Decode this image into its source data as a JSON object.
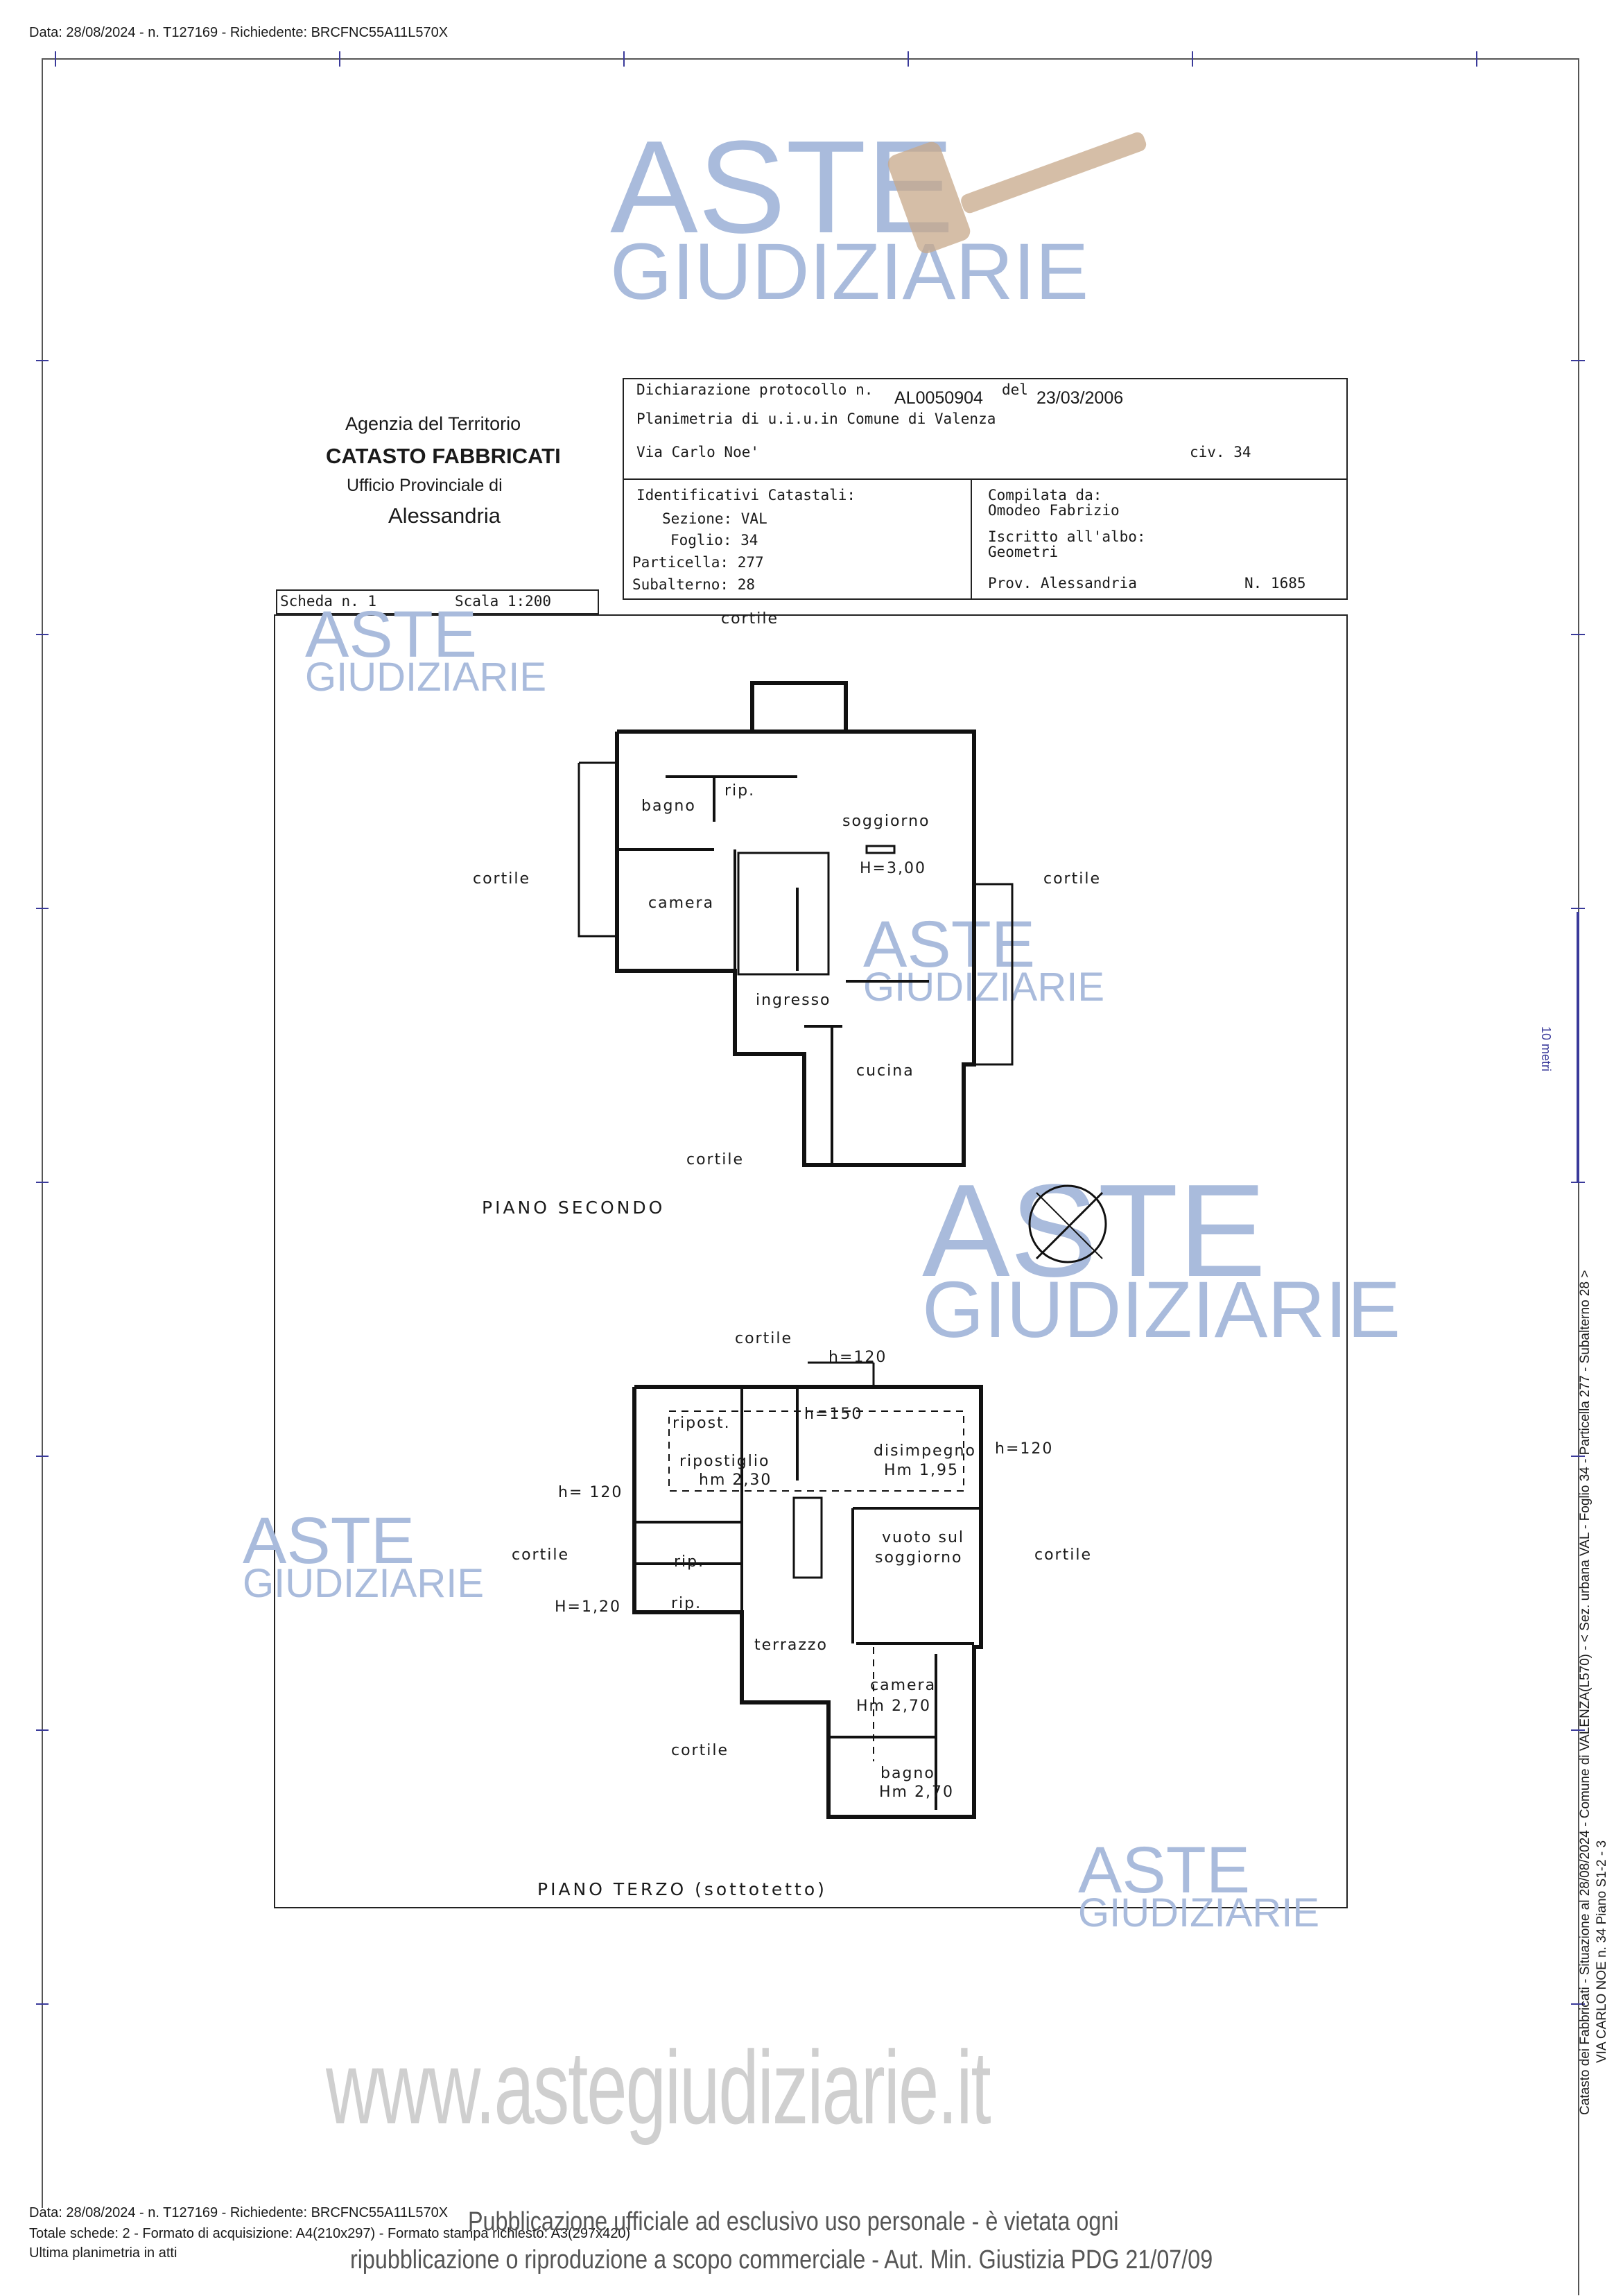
{
  "header_line": "Data: 28/08/2024 - n. T127169 - Richiedente: BRCFNC55A11L570X",
  "agency": {
    "line1": "Agenzia del Territorio",
    "line2": "CATASTO FABBRICATI",
    "line3": "Ufficio Provinciale di",
    "line4": "Alessandria"
  },
  "declaration": {
    "label": "Dichiarazione protocollo n.",
    "protocol": "AL0050904",
    "del_label": "del",
    "date": "23/03/2006",
    "planimetria": "Planimetria di u.i.u.in Comune di Valenza",
    "address": "Via Carlo Noe'",
    "civ_label": "civ. 34"
  },
  "identifiers": {
    "title": "Identificativi Catastali:",
    "sezione": "Sezione: VAL",
    "foglio": "Foglio: 34",
    "particella": "Particella: 277",
    "subalterno": "Subalterno: 28"
  },
  "compiler": {
    "label": "Compilata da:",
    "name": "Omodeo Fabrizio",
    "albo_label": "Iscritto all'albo:",
    "albo": "Geometri",
    "prov": "Prov. Alessandria",
    "number": "N. 1685"
  },
  "scheda": {
    "scheda": "Scheda n. 1",
    "scala": "Scala 1:200"
  },
  "floor2": {
    "title": "PIANO SECONDO",
    "courtyard_top": "cortile",
    "courtyard_left": "cortile",
    "courtyard_right": "cortile",
    "courtyard_bottom": "cortile",
    "rooms": [
      "bagno",
      "rip.",
      "soggiorno",
      "H=3,00",
      "camera",
      "ingresso",
      "cucina"
    ]
  },
  "floor3": {
    "title": "PIANO TERZO (sottotetto)",
    "courtyard_top": "cortile",
    "courtyard_left": "cortile",
    "courtyard_right": "cortile",
    "courtyard_bottom": "cortile",
    "rooms": [
      "ripost.",
      "ripostiglio",
      "hm 2,30",
      "rip.",
      "rip.",
      "h=150",
      "disimpegno",
      "Hm 1,95",
      "vuoto sul",
      "soggiorno",
      "terrazzo",
      "camera",
      "Hm 2,70",
      "bagno",
      "Hm 2,70"
    ],
    "heights": [
      "h=120",
      "h=120",
      "h= 120",
      "H=1,20"
    ]
  },
  "scale_bar_label": "10 metri",
  "side_text_1": "Catasto dei Fabbricati - Situazione al 28/08/2024 - Comune di VALENZA(L570) - < Sez. urbana VAL - Foglio 34 - Particella 277 - Subalterno 28 >",
  "side_text_2": "VIA CARLO NOE n. 34 Piano S1-2 - 3",
  "watermark": {
    "line1": "ASTE",
    "line2": "GIUDIZIARIE",
    "url": "www.astegiudiziarie.it"
  },
  "footer": {
    "line1": "Data: 28/08/2024 - n. T127169 - Richiedente: BRCFNC55A11L570X",
    "line2": "Totale schede: 2 - Formato di acquisizione: A4(210x297) - Formato stampa richiesto: A3(297x420)",
    "line3": "Ultima planimetria in atti"
  },
  "notice": {
    "line1": "Pubblicazione ufficiale ad esclusivo uso personale - è vietata ogni",
    "line2": "ripubblicazione o riproduzione a scopo commerciale - Aut. Min. Giustizia PDG 21/07/09"
  }
}
